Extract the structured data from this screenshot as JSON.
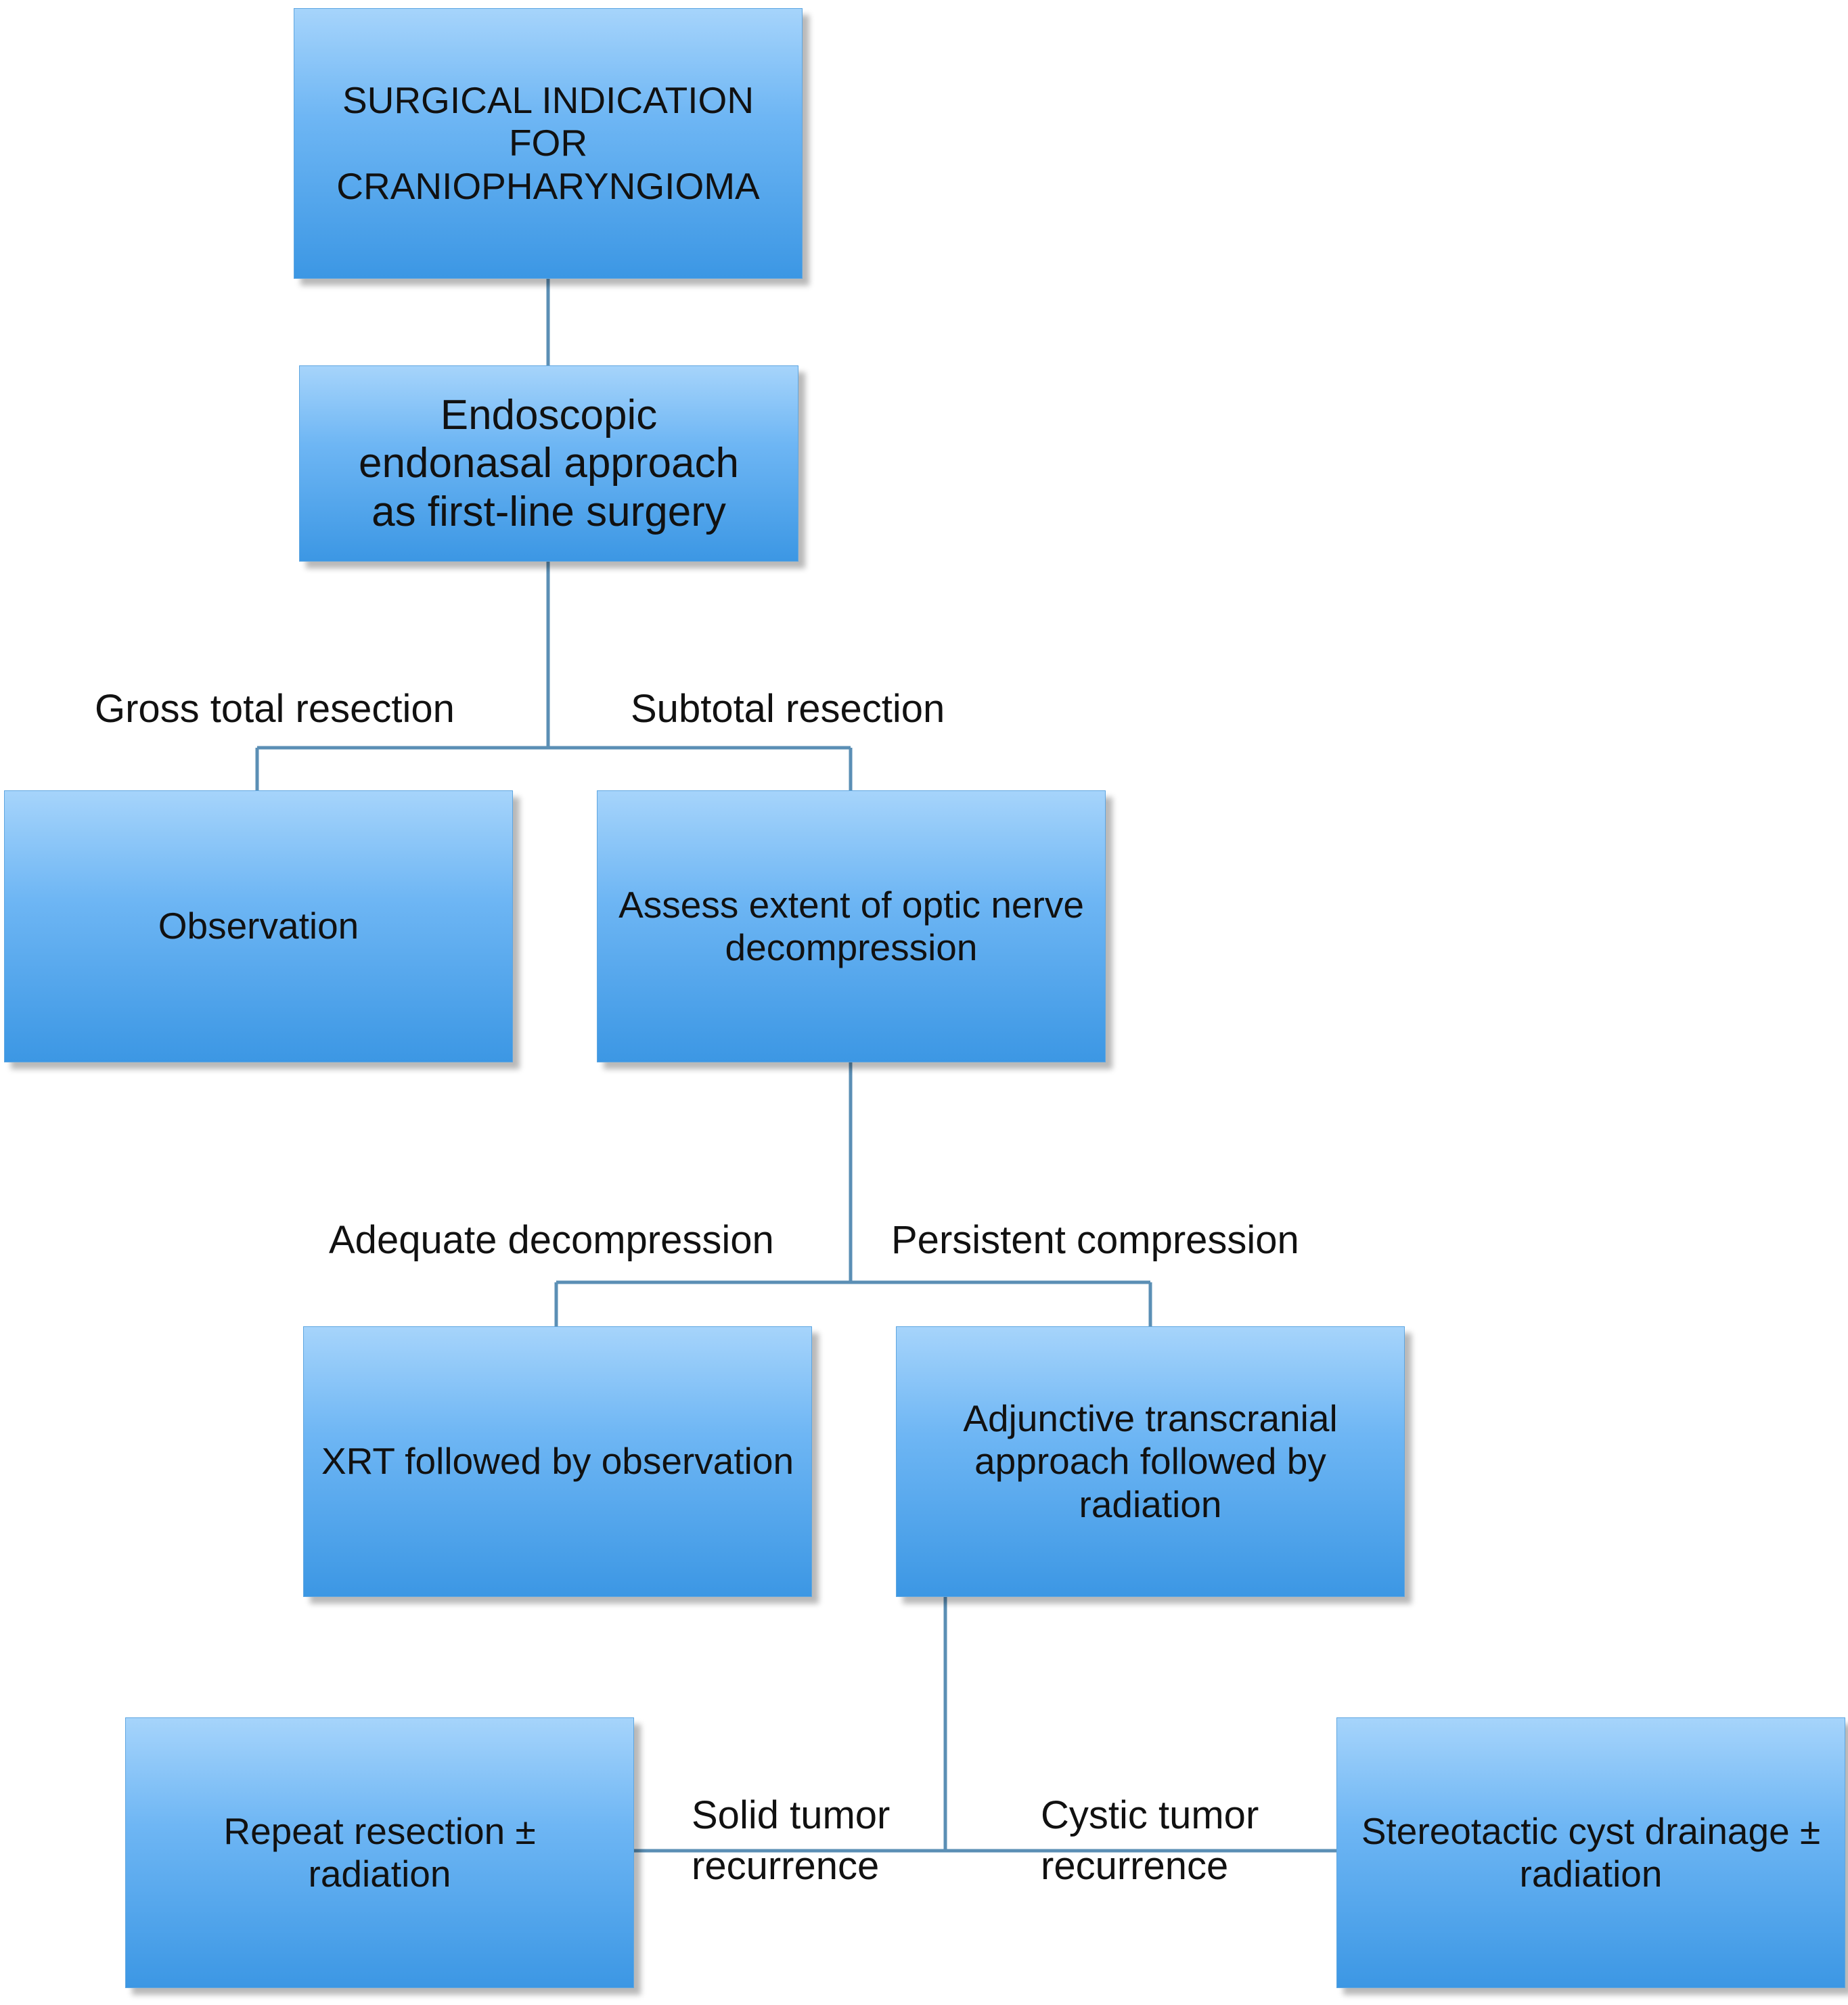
{
  "nodes": {
    "root": "SURGICAL INDICATION FOR CRANIOPHARYNGIOMA",
    "first_line": "Endoscopic endonasal approach as first-line surgery",
    "observation": "Observation",
    "assess": "Assess extent of optic nerve decompression",
    "xrt": "XRT followed by observation",
    "adjunctive": "Adjunctive transcranial approach followed by radiation",
    "repeat_resection": "Repeat resection ± radiation",
    "stereotactic": "Stereotactic cyst drainage ± radiation"
  },
  "edges": {
    "gross_total": "Gross total resection",
    "subtotal": "Subtotal resection",
    "adequate": "Adequate decompression",
    "persistent": "Persistent compression",
    "solid": "Solid tumor recurrence",
    "cystic": "Cystic tumor recurrence"
  },
  "colors": {
    "box_top": "#a6d4fb",
    "box_bottom": "#3c97e4",
    "connector": "#5b8fb5"
  }
}
